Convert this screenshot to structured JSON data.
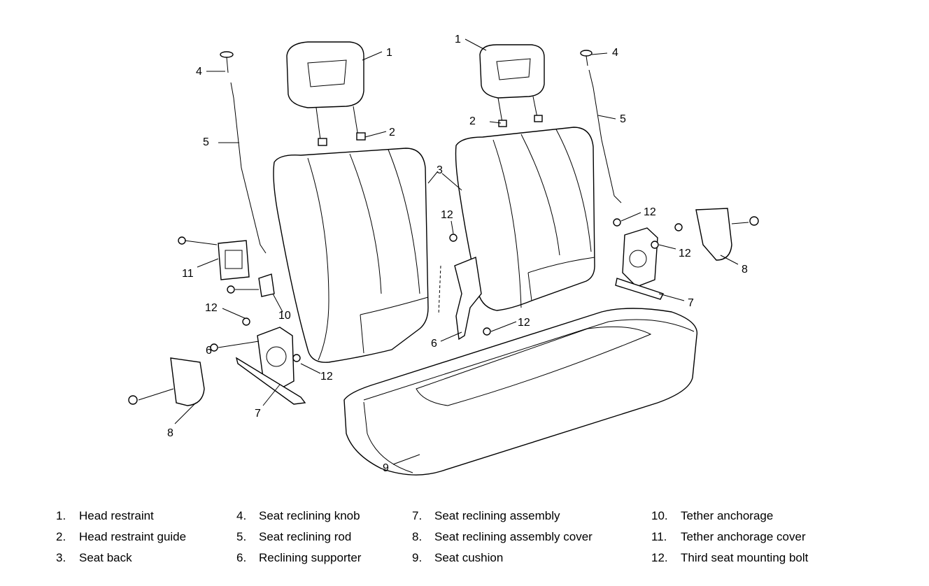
{
  "callouts": [
    "1",
    "2",
    "3",
    "4",
    "5",
    "6",
    "7",
    "8",
    "9",
    "10",
    "11",
    "12"
  ],
  "legend": [
    {
      "num": "1.",
      "label": "Head restraint"
    },
    {
      "num": "2.",
      "label": "Head restraint guide"
    },
    {
      "num": "3.",
      "label": "Seat back"
    },
    {
      "num": "4.",
      "label": "Seat reclining knob"
    },
    {
      "num": "5.",
      "label": "Seat reclining rod"
    },
    {
      "num": "6.",
      "label": "Reclining supporter"
    },
    {
      "num": "7.",
      "label": "Seat reclining assembly"
    },
    {
      "num": "8.",
      "label": "Seat reclining assembly cover"
    },
    {
      "num": "9.",
      "label": "Seat cushion"
    },
    {
      "num": "10.",
      "label": "Tether anchorage"
    },
    {
      "num": "11.",
      "label": "Tether anchorage cover"
    },
    {
      "num": "12.",
      "label": "Third seat mounting bolt"
    }
  ]
}
